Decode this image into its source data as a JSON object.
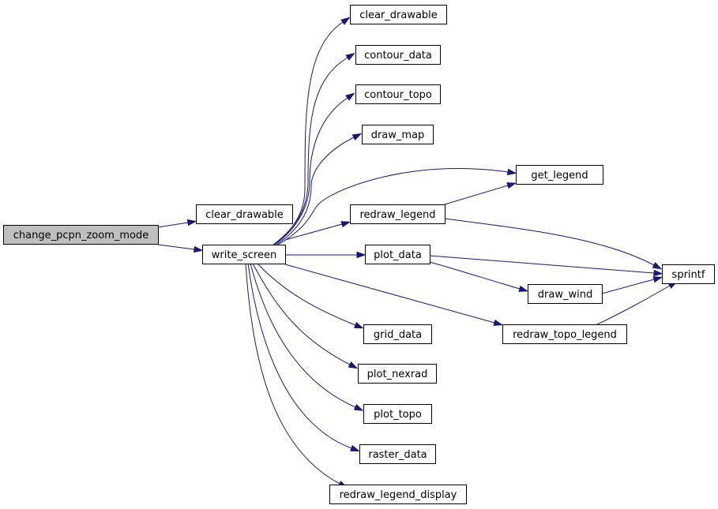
{
  "diagram": {
    "nodes": [
      {
        "id": "change_pcpn_zoom_mode",
        "label": "change_pcpn_zoom_mode",
        "highlighted": true
      },
      {
        "id": "clear_drawable_1",
        "label": "clear_drawable"
      },
      {
        "id": "write_screen",
        "label": "write_screen"
      },
      {
        "id": "clear_drawable_2",
        "label": "clear_drawable"
      },
      {
        "id": "contour_data",
        "label": "contour_data"
      },
      {
        "id": "contour_topo",
        "label": "contour_topo"
      },
      {
        "id": "draw_map",
        "label": "draw_map"
      },
      {
        "id": "get_legend",
        "label": "get_legend"
      },
      {
        "id": "redraw_legend",
        "label": "redraw_legend"
      },
      {
        "id": "plot_data",
        "label": "plot_data"
      },
      {
        "id": "sprintf",
        "label": "sprintf"
      },
      {
        "id": "draw_wind",
        "label": "draw_wind"
      },
      {
        "id": "redraw_topo_legend",
        "label": "redraw_topo_legend"
      },
      {
        "id": "grid_data",
        "label": "grid_data"
      },
      {
        "id": "plot_nexrad",
        "label": "plot_nexrad"
      },
      {
        "id": "plot_topo",
        "label": "plot_topo"
      },
      {
        "id": "raster_data",
        "label": "raster_data"
      },
      {
        "id": "redraw_legend_display",
        "label": "redraw_legend_display"
      }
    ],
    "edges": [
      {
        "from": "change_pcpn_zoom_mode",
        "to": "clear_drawable_1"
      },
      {
        "from": "change_pcpn_zoom_mode",
        "to": "write_screen"
      },
      {
        "from": "write_screen",
        "to": "clear_drawable_2"
      },
      {
        "from": "write_screen",
        "to": "contour_data"
      },
      {
        "from": "write_screen",
        "to": "contour_topo"
      },
      {
        "from": "write_screen",
        "to": "draw_map"
      },
      {
        "from": "write_screen",
        "to": "get_legend"
      },
      {
        "from": "write_screen",
        "to": "redraw_legend"
      },
      {
        "from": "write_screen",
        "to": "plot_data"
      },
      {
        "from": "write_screen",
        "to": "redraw_topo_legend"
      },
      {
        "from": "write_screen",
        "to": "grid_data"
      },
      {
        "from": "write_screen",
        "to": "plot_nexrad"
      },
      {
        "from": "write_screen",
        "to": "plot_topo"
      },
      {
        "from": "write_screen",
        "to": "raster_data"
      },
      {
        "from": "write_screen",
        "to": "redraw_legend_display"
      },
      {
        "from": "redraw_legend",
        "to": "get_legend"
      },
      {
        "from": "redraw_legend",
        "to": "sprintf"
      },
      {
        "from": "plot_data",
        "to": "sprintf"
      },
      {
        "from": "plot_data",
        "to": "draw_wind"
      },
      {
        "from": "draw_wind",
        "to": "sprintf"
      },
      {
        "from": "redraw_topo_legend",
        "to": "sprintf"
      }
    ],
    "colors": {
      "edge": "#191970",
      "node_fill": "#ffffff",
      "node_border": "#000000",
      "highlight_fill": "#bfbfbf"
    }
  }
}
